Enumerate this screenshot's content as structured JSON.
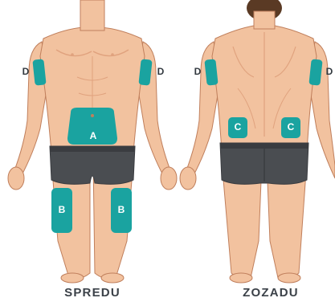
{
  "colors": {
    "skin": "#f2c29f",
    "skin_shadow": "#e0a27e",
    "skin_outline": "#c07f5c",
    "hair": "#5a3a24",
    "underwear": "#4a4d51",
    "underwear_band": "#3a3c40",
    "zone_fill": "#1aa3a0",
    "zone_text": "#ffffff",
    "label_text": "#333a40"
  },
  "front": {
    "caption": "SPREDU",
    "zones": {
      "abdomen": "A",
      "thigh_left": "B",
      "thigh_right": "B"
    },
    "arm_labels": [
      "D",
      "D"
    ]
  },
  "back": {
    "caption": "ZOZADU",
    "zones": {
      "flank_left": "C",
      "flank_right": "C"
    },
    "arm_labels": [
      "D",
      "D"
    ]
  }
}
